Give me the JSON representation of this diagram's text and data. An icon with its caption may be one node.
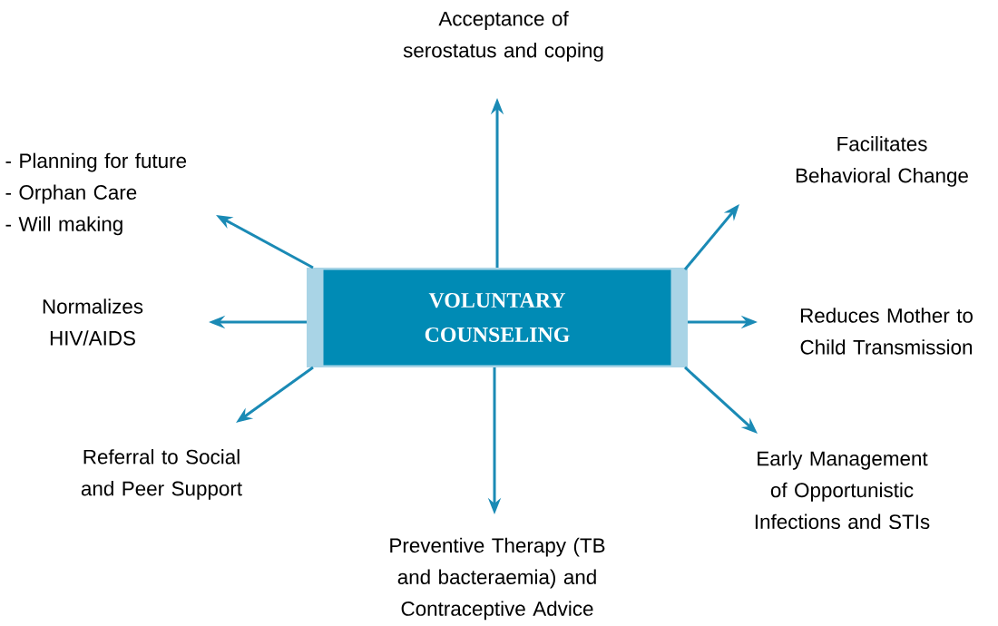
{
  "diagram": {
    "nodes": [
      {
        "text": [
          "VOLUNTARY COUNSELING"
        ]
      },
      {
        "text": [
          "Acceptance of serostatus and coping"
        ]
      },
      {
        "text": [
          "Facilitates Behavioral Change"
        ]
      },
      {
        "text": [
          "Reduces Mother to Child Transmission"
        ]
      },
      {
        "text": [
          "Early Management of Opportunistic Infections and STIs"
        ]
      },
      {
        "text": [
          "Preventive Therapy (TB and bacteraemia) and Contraceptive Advice"
        ]
      },
      {
        "text": [
          "Referral to Social and Peer Support"
        ]
      },
      {
        "text": [
          "Normalizes HIV/AIDS"
        ]
      },
      {
        "text": [
          "- Planning for future",
          "- Orphan Care",
          "- Will making"
        ]
      }
    ],
    "edges": [
      {
        "from": 0,
        "to": 1,
        "arrow": "to"
      },
      {
        "from": 0,
        "to": 2,
        "arrow": "to"
      },
      {
        "from": 0,
        "to": 3,
        "arrow": "to"
      },
      {
        "from": 0,
        "to": 4,
        "arrow": "to"
      },
      {
        "from": 0,
        "to": 5,
        "arrow": "to"
      },
      {
        "from": 0,
        "to": 6,
        "arrow": "to"
      },
      {
        "from": 0,
        "to": 7,
        "arrow": "to"
      },
      {
        "from": 0,
        "to": 8,
        "arrow": "to"
      }
    ]
  }
}
